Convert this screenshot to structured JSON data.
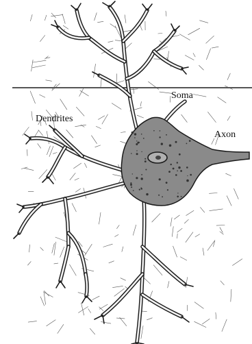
{
  "diagram": {
    "labels": {
      "soma": "Soma",
      "dendrites": "Dendrites",
      "axon": "Axon"
    },
    "colors": {
      "ink": "#1a1a1a",
      "hair": "#555555",
      "soma_fill": "#8a8a8a",
      "nucleus_fill": "#b0b0b0",
      "rule": "#555555"
    }
  }
}
